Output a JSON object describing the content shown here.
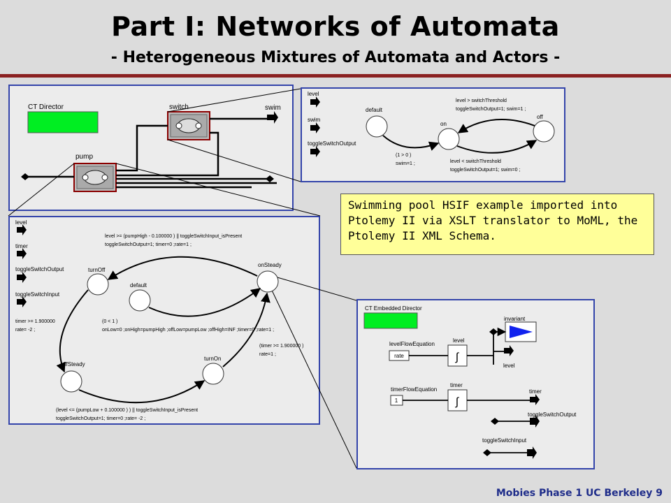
{
  "title": "Part I: Networks of Automata",
  "subtitle": "- Heterogeneous Mixtures of Automata and Actors -",
  "note": "Swimming pool HSIF example imported into Ptolemy II via XSLT translator to MoML, the Ptolemy II XML Schema.",
  "footer": "Mobies Phase 1 UC Berkeley  9",
  "colors": {
    "panel_border": "#3344aa",
    "director": "#00ee22",
    "rule": "#8b2121",
    "note_bg": "#ffff99",
    "footer": "#1f2d8a"
  },
  "top_model": {
    "director": "CT Director",
    "actors": [
      "switch",
      "pump"
    ],
    "output_port": "swim"
  },
  "switch_fsm": {
    "ports": [
      "level",
      "swim",
      "toggleSwitchOutput"
    ],
    "states": [
      "default",
      "on",
      "off"
    ],
    "guards": {
      "off_line1": "level > switchThreshold",
      "off_line2": "toggleSwitchOutput=1; swim=1  ;",
      "init_line1": "(1 > 0  )",
      "init_line2": "swim=1  ;",
      "on_line1": "level < switchThreshold",
      "on_line2": "toggleSwitchOutput=1; swim=0  ;"
    }
  },
  "pump_fsm": {
    "ports": [
      "level",
      "timer",
      "toggleSwitchOutput",
      "toggleSwitchInput"
    ],
    "states": [
      "turnOff",
      "default",
      "onSteady",
      "offSteady",
      "turnOn"
    ],
    "guards": {
      "top_line1": "level >= (pumpHigh - 0.100000  )  || toggleSwitchInput_isPresent",
      "top_line2": "toggleSwitchOutput=1; timer=0  ;rate=1  ;",
      "left_line1": "timer >= 1.900000",
      "left_line2": "rate= -2  ;",
      "init_line1": "(0 < 1  )",
      "init_line2": "onLow=0  ;onHigh=pumpHigh  ;offLow=pumpLow  ;offHigh=INF  ;timer=0  ;rate=1  ;",
      "right_line1": "(timer >= 1.900000  )",
      "right_line2": "rate=1  ;",
      "bottom_line1": "(level <= (pumpLow + 0.100000  ) )  || toggleSwitchInput_isPresent",
      "bottom_line2": "toggleSwitchOutput=1; timer=0  ;rate= -2  ;"
    }
  },
  "embedded": {
    "director": "CT Embedded Director",
    "level_eq": "levelFlowEquation",
    "level_const": "rate",
    "level_int": "level",
    "invariant": "invariant",
    "level_out": "level",
    "timer_eq": "timerFlowEquation",
    "timer_const": "1",
    "timer_int": "timer",
    "timer_out": "timer",
    "toggle_out": "toggleSwitchOutput",
    "toggle_in": "toggleSwitchInput"
  }
}
